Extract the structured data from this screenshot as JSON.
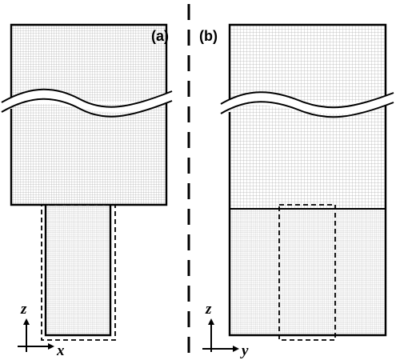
{
  "panel_a": {
    "label": "(a)",
    "axes": {
      "vertical": "z",
      "horizontal": "x"
    }
  },
  "panel_b": {
    "label": "(b)",
    "axes": {
      "vertical": "z",
      "horizontal": "y"
    }
  },
  "colors": {
    "outline": "#000000",
    "mesh_coarse": "#8a8a8a",
    "mesh_fine": "#a0a0a0",
    "background": "#ffffff"
  }
}
